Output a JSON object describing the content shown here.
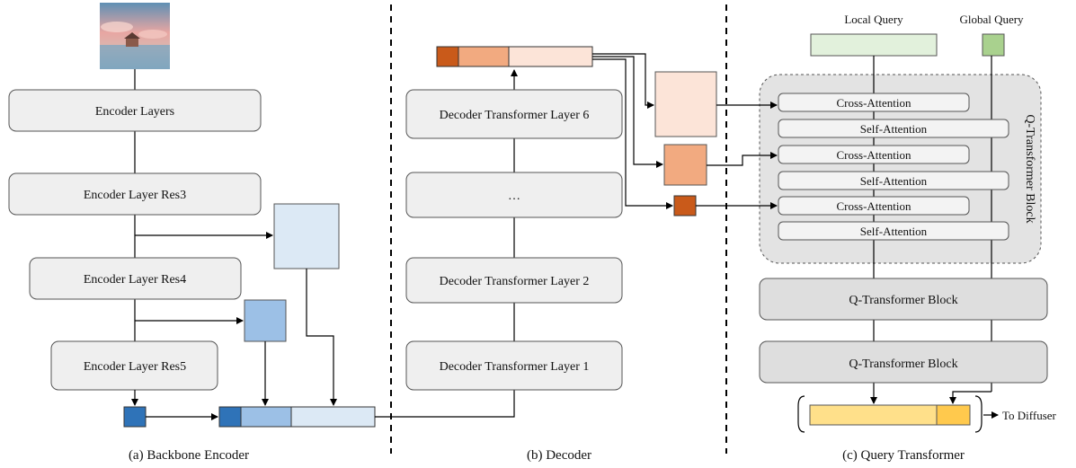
{
  "backbone": {
    "layers": [
      "Encoder Layers",
      "Encoder Layer Res3",
      "Encoder Layer Res4",
      "Encoder Layer Res5"
    ],
    "caption": "(a) Backbone Encoder"
  },
  "decoder": {
    "layers": [
      "Decoder Transformer Layer 6",
      "…",
      "Decoder Transformer Layer 2",
      "Decoder Transformer Layer 1"
    ],
    "caption": "(b) Decoder"
  },
  "query_transformer": {
    "local_query": "Local Query",
    "global_query": "Global Query",
    "block_sublayers": [
      "Cross-Attention",
      "Self-Attention",
      "Cross-Attention",
      "Self-Attention",
      "Cross-Attention",
      "Self-Attention"
    ],
    "block_label": "Q-Transformer Block",
    "blocks": [
      "Q-Transformer Block",
      "Q-Transformer Block"
    ],
    "output_label": "To Diffuser",
    "caption": "(c) Query Transformer"
  },
  "colors": {
    "box_fill": "#efefef",
    "box_stroke": "#555555",
    "block_fill": "#dedede",
    "blue_dark": "#2f73b8",
    "blue_mid": "#9cc0e6",
    "blue_light": "#dce9f5",
    "orange_dark": "#c95a1a",
    "orange_mid": "#f2aa80",
    "orange_light": "#fce4d8",
    "green_light": "#e2f1dc",
    "green_mid": "#a9d18e",
    "yellow_light": "#ffe08a",
    "yellow_mid": "#ffc94d"
  }
}
